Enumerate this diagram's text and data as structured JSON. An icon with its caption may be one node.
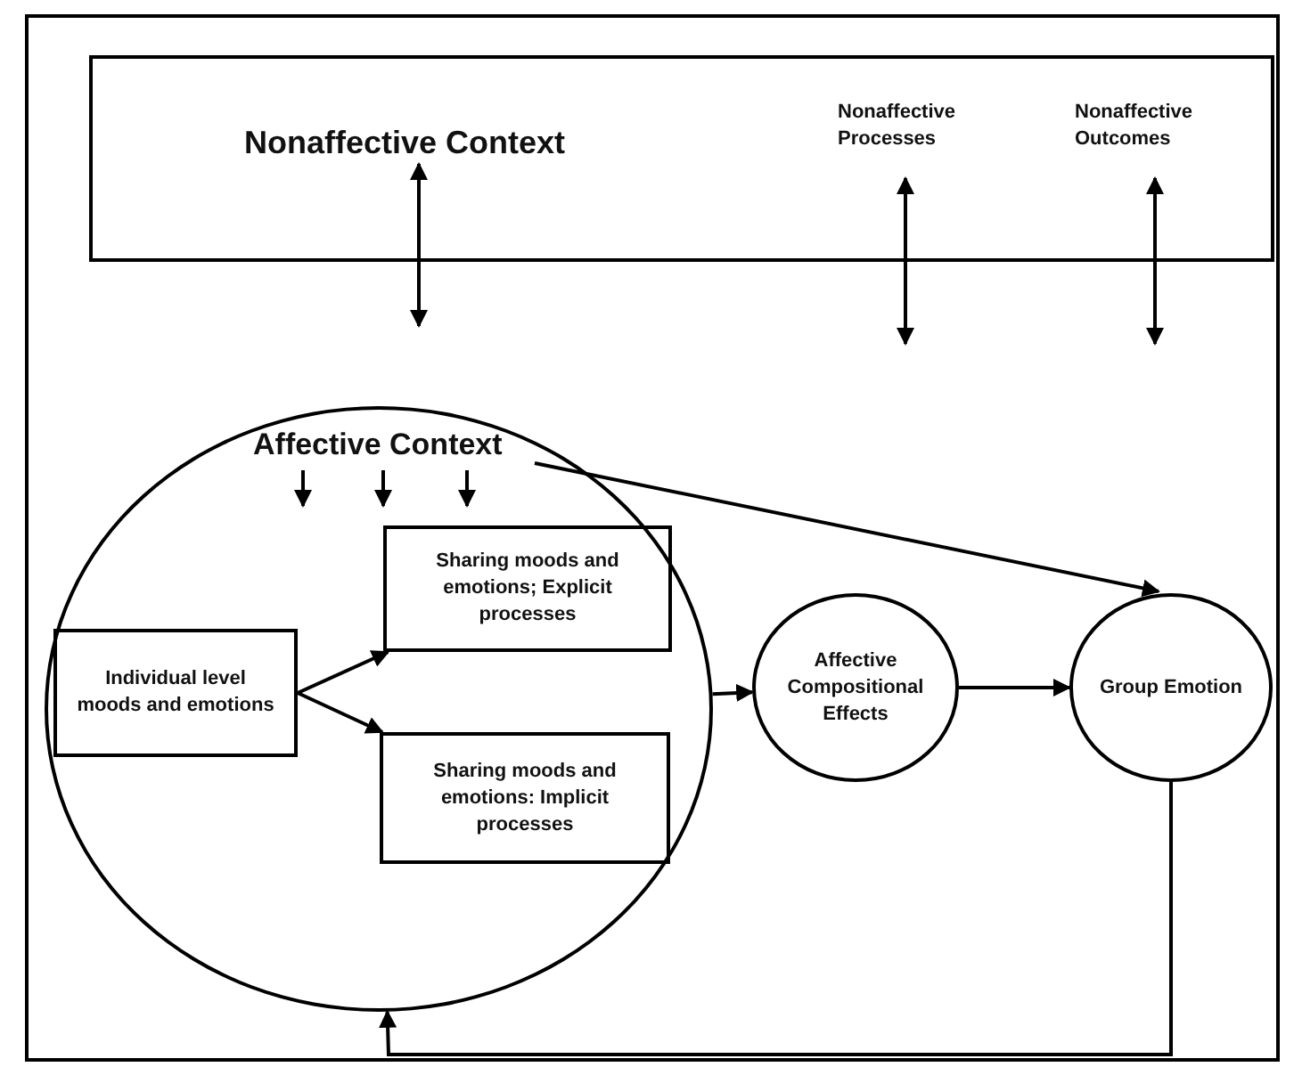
{
  "diagram": {
    "nodes": [
      {
        "text": [
          "Nonaffective Context"
        ]
      },
      {
        "text": [
          "Nonaffective Processes"
        ],
        "in": 0
      },
      {
        "text": [
          "Nonaffective Outcomes"
        ],
        "in": 0
      },
      {
        "text": [
          "Affective Context"
        ]
      },
      {
        "text": [
          "Individual level moods and emotions"
        ],
        "in": 3
      },
      {
        "text": [
          "Sharing moods and emotions; Explicit processes"
        ],
        "in": 3
      },
      {
        "text": [
          "Sharing moods and emotions: Implicit processes"
        ],
        "in": 3
      },
      {
        "text": [
          "Affective Compositional Effects"
        ]
      },
      {
        "text": [
          "Group Emotion"
        ]
      }
    ],
    "edges": [
      {
        "from": 0,
        "to": null,
        "arrow": "both"
      },
      {
        "from": 1,
        "to": null,
        "arrow": "both"
      },
      {
        "from": 2,
        "to": null,
        "arrow": "both"
      },
      {
        "from": 4,
        "to": 5,
        "arrow": "to"
      },
      {
        "from": 4,
        "to": 6,
        "arrow": "to"
      },
      {
        "from": 3,
        "to": 7,
        "arrow": "to"
      },
      {
        "from": 3,
        "to": 8,
        "arrow": "to"
      },
      {
        "from": 7,
        "to": 8,
        "arrow": "to"
      },
      {
        "from": 8,
        "to": 3,
        "arrow": "to"
      }
    ]
  }
}
